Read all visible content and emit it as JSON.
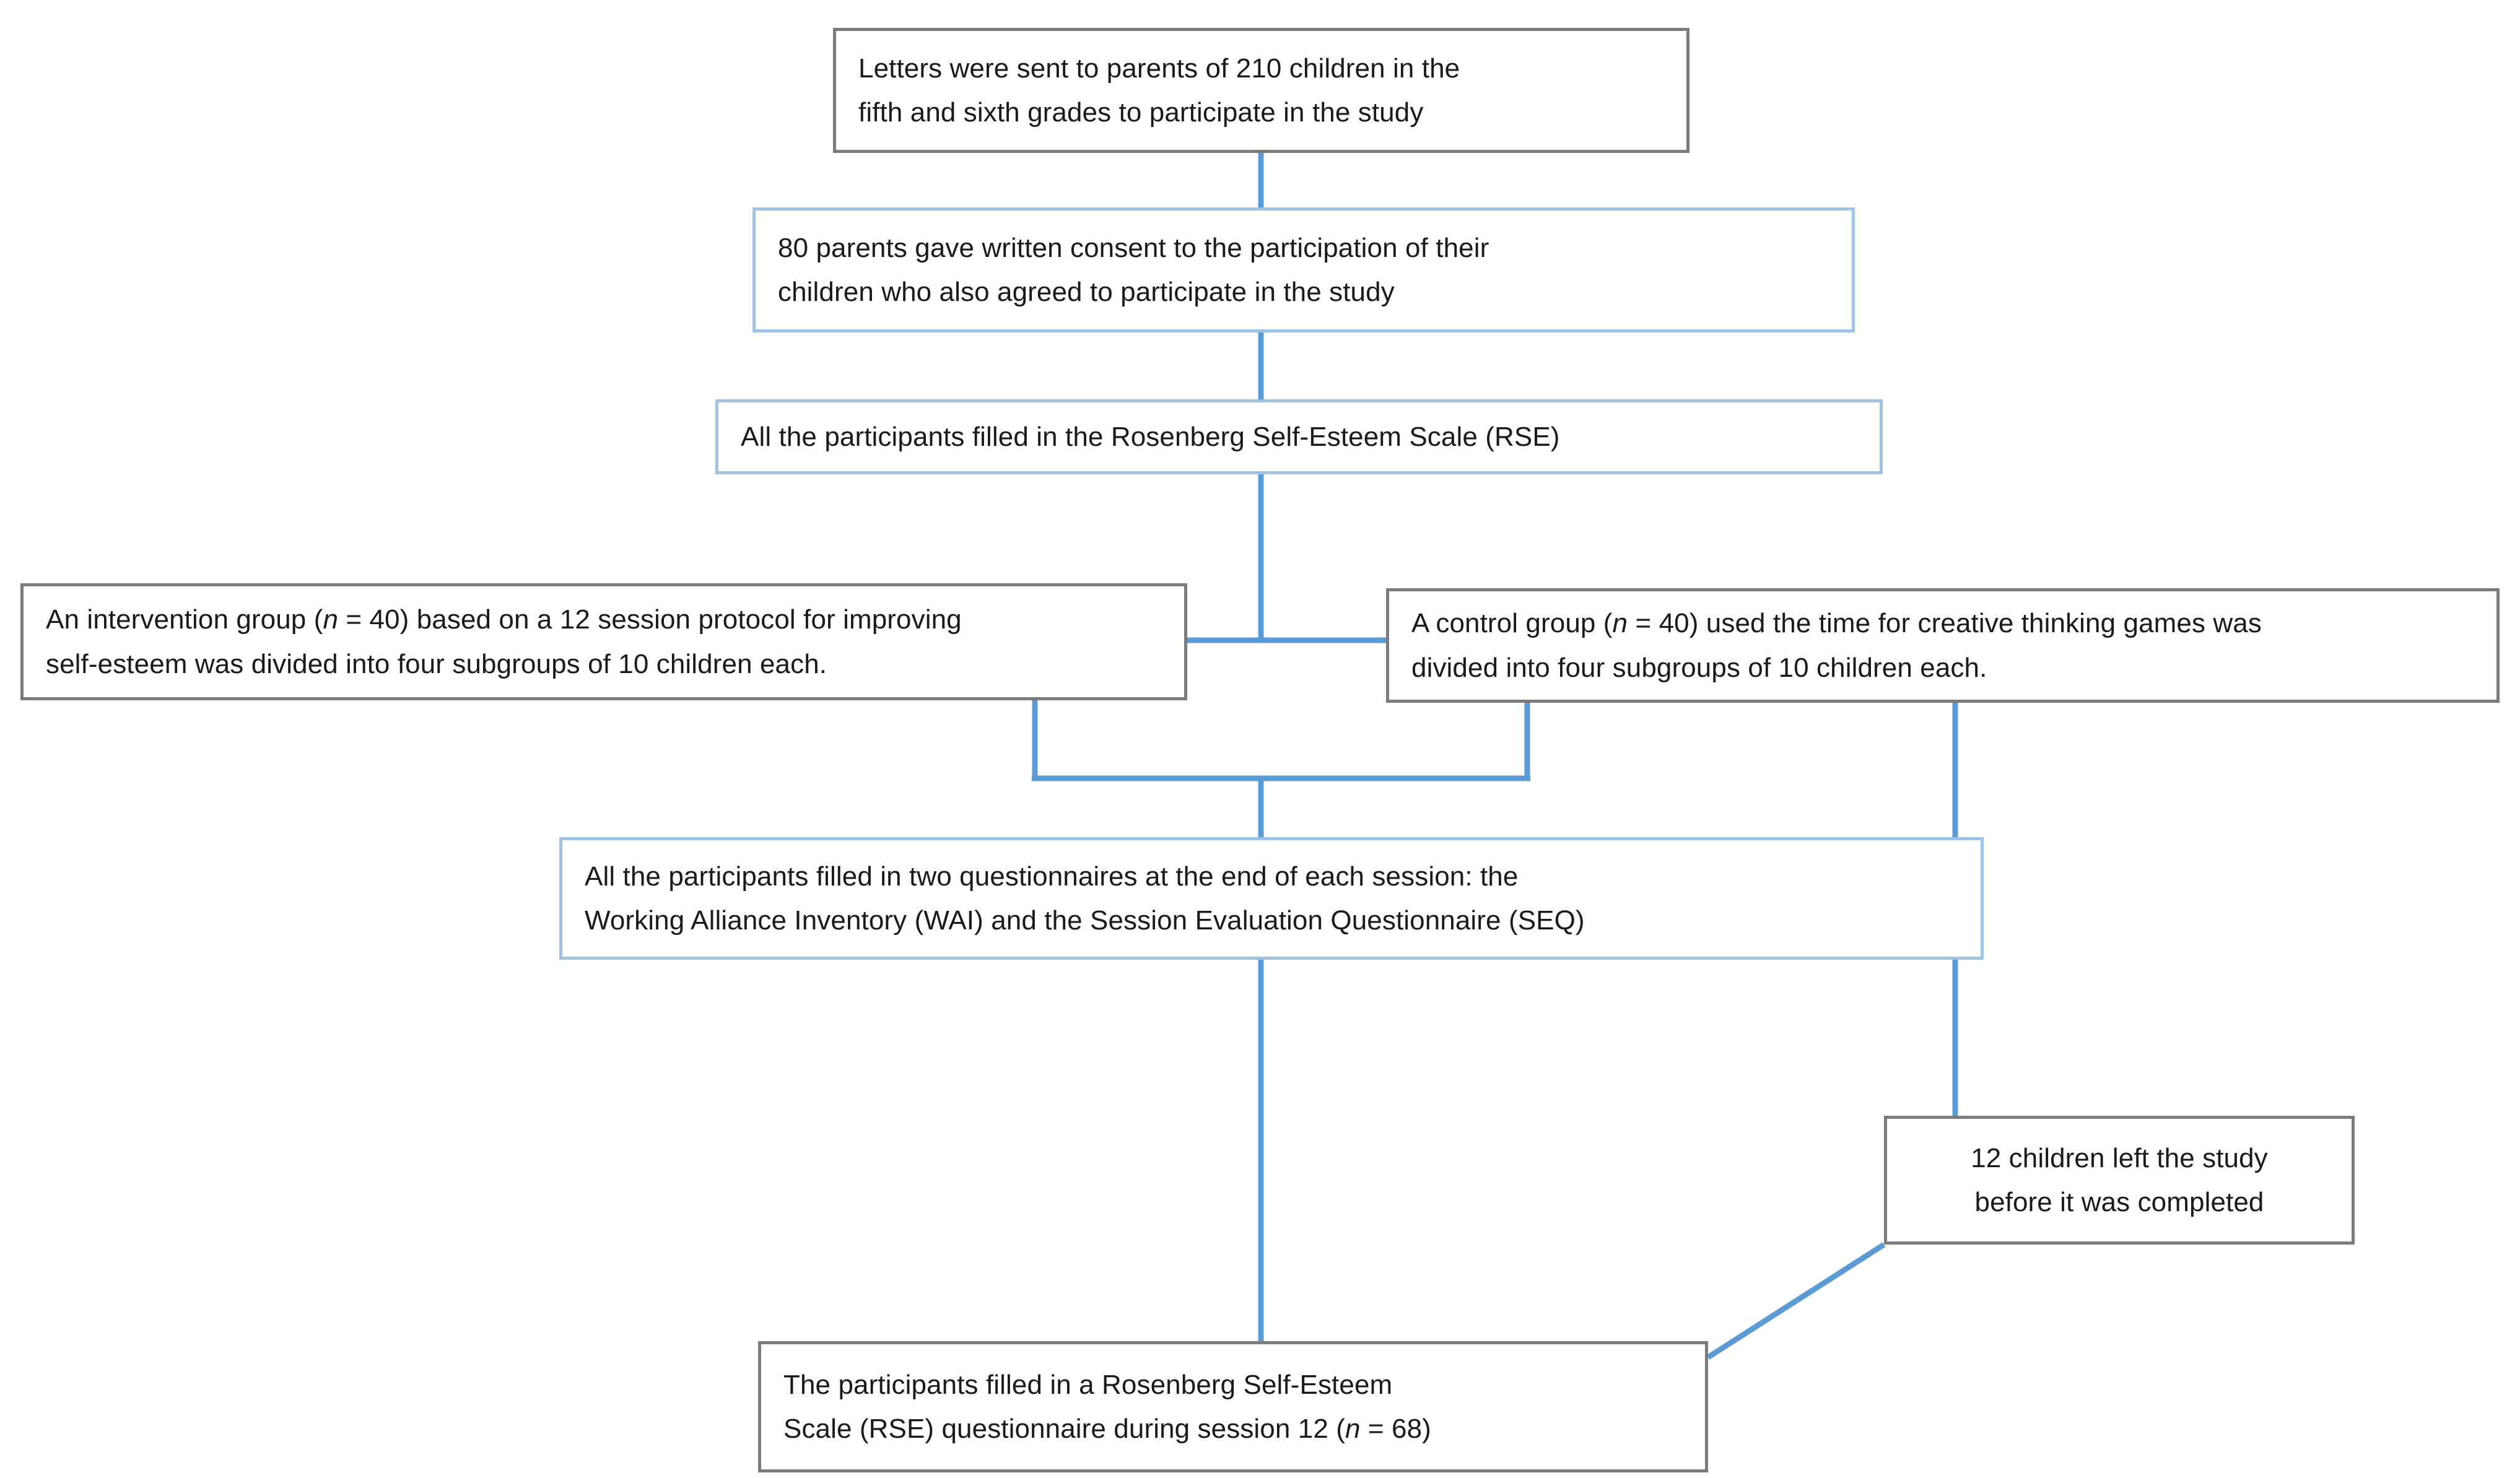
{
  "diagram": {
    "title": "Study participant flow diagram",
    "colors": {
      "dark_border": "#7b7b7b",
      "blue_border": "#9dc3e6",
      "connector": "#5b9bd5",
      "text": "#1a1a1a",
      "background": "#ffffff"
    },
    "nodes": [
      {
        "id": "letters-sent",
        "name": "node-letters-sent",
        "border": "dark",
        "align": "left",
        "line1": "Letters were sent to parents of 210 children in the",
        "line2": "fifth and sixth grades to participate in the study",
        "text": "Letters were sent to parents of 210 children in the\nfifth and sixth grades to participate in the study"
      },
      {
        "id": "consent",
        "name": "node-parental-consent",
        "border": "blue",
        "align": "left",
        "line1": "80 parents gave written consent to the participation of their",
        "line2": "children who also agreed to participate in the study",
        "text": "80 parents gave written consent to the participation of their\nchildren who also agreed to participate in the study"
      },
      {
        "id": "rse-baseline",
        "name": "node-rse-baseline",
        "border": "blue",
        "align": "left",
        "text": "All the participants filled in the Rosenberg Self-Esteem Scale (RSE)"
      },
      {
        "id": "intervention-group",
        "name": "node-intervention-group",
        "border": "dark",
        "align": "left",
        "prefix": "An intervention group (",
        "italic": "n",
        "suffix": " = 40) based on a 12 session protocol for improving",
        "line2": "self-esteem was divided into four subgroups of 10 children each."
      },
      {
        "id": "control-group",
        "name": "node-control-group",
        "border": "dark",
        "align": "left",
        "prefix": "A control group (",
        "italic": "n",
        "suffix": " = 40) used the time for creative thinking games was",
        "line2": "divided into four subgroups of 10 children each."
      },
      {
        "id": "session-questionnaires",
        "name": "node-session-questionnaires",
        "border": "blue",
        "align": "left",
        "line1": "All the participants filled in two questionnaires at the end of each session: the",
        "line2": "Working Alliance Inventory (WAI) and the Session Evaluation Questionnaire (SEQ)",
        "text": "All the participants filled in two questionnaires at the end of each session: the\nWorking Alliance Inventory (WAI) and the Session Evaluation Questionnaire (SEQ)"
      },
      {
        "id": "dropouts",
        "name": "node-dropouts",
        "border": "dark",
        "align": "center",
        "line1": "12 children left the study",
        "line2": "before it was completed",
        "text": "12 children left the study\nbefore it was completed"
      },
      {
        "id": "rse-followup",
        "name": "node-rse-followup",
        "border": "dark",
        "align": "left",
        "prefix": "The participants filled in a Rosenberg Self-Esteem\nScale (RSE) questionnaire during session 12 (",
        "italic": "n",
        "suffix": " = 68)"
      }
    ]
  }
}
